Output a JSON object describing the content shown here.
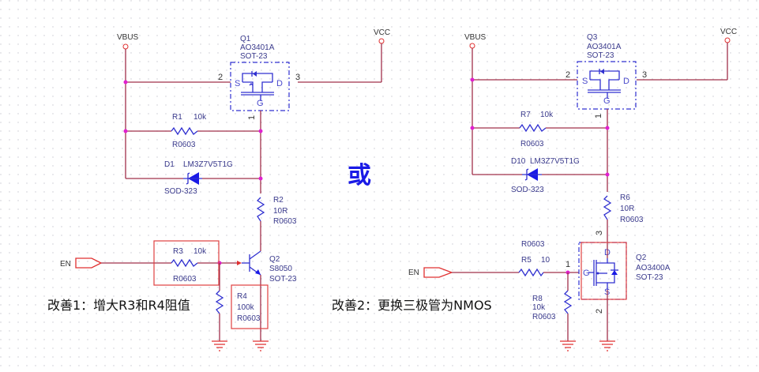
{
  "separator": "或",
  "left": {
    "nets": {
      "vbus": "VBUS",
      "vcc": "VCC",
      "en": "EN"
    },
    "q1": {
      "ref": "Q1",
      "value": "AO3401A",
      "pkg": "SOT-23",
      "pin_s": "2",
      "pin_d": "3",
      "pin_g": "1",
      "s": "S",
      "d": "D",
      "g": "G"
    },
    "r1": {
      "ref": "R1",
      "value": "10k",
      "pkg": "R0603"
    },
    "d1": {
      "ref": "D1",
      "value": "LM3Z7V5T1G",
      "pkg": "SOD-323"
    },
    "r2": {
      "ref": "R2",
      "value": "10R",
      "pkg": "R0603"
    },
    "r3": {
      "ref": "R3",
      "value": "10k",
      "pkg": "R0603"
    },
    "r4": {
      "ref": "R4",
      "value": "100k",
      "pkg": "R0603"
    },
    "q2": {
      "ref": "Q2",
      "value": "S8050",
      "pkg": "SOT-23"
    },
    "note": "改善1：增大R3和R4阻值"
  },
  "right": {
    "nets": {
      "vbus": "VBUS",
      "vcc": "VCC",
      "en": "EN"
    },
    "q3": {
      "ref": "Q3",
      "value": "AO3401A",
      "pkg": "SOT-23",
      "pin_s": "2",
      "pin_d": "3",
      "pin_g": "1",
      "s": "S",
      "d": "D",
      "g": "G"
    },
    "r7": {
      "ref": "R7",
      "value": "10k",
      "pkg": "R0603"
    },
    "d10": {
      "ref": "D10",
      "value": "LM3Z7V5T1G",
      "pkg": "SOD-323"
    },
    "r6": {
      "ref": "R6",
      "value": "10R",
      "pkg": "R0603"
    },
    "r5": {
      "ref": "R5",
      "value": "10",
      "pkg": "R0603"
    },
    "r8": {
      "ref": "R8",
      "value": "10k",
      "pkg": "R0603"
    },
    "q2": {
      "ref": "Q2",
      "value": "AO3400A",
      "pkg": "SOT-23",
      "pin_g": "1",
      "pin_d": "3",
      "pin_s": "2",
      "g": "G",
      "d": "D",
      "s": "S"
    },
    "note": "改善2：更换三极管为NMOS"
  }
}
